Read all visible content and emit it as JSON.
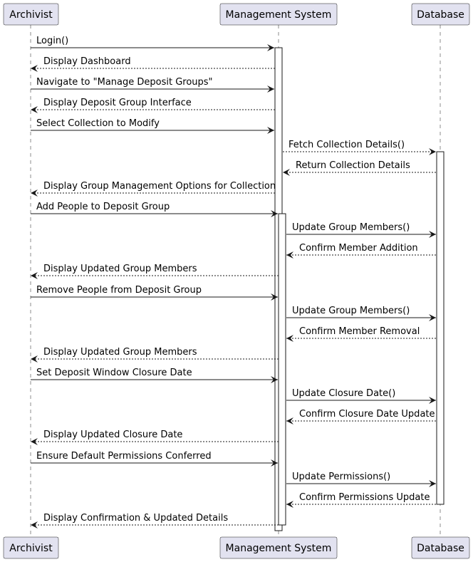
{
  "participants": [
    {
      "id": "archivist",
      "label": "Archivist"
    },
    {
      "id": "management",
      "label": "Management System"
    },
    {
      "id": "database",
      "label": "Database"
    }
  ],
  "messages": [
    {
      "from": "archivist",
      "to": "management",
      "label": "Login()",
      "style": "solid"
    },
    {
      "from": "management",
      "to": "archivist",
      "label": "Display Dashboard",
      "style": "dashed"
    },
    {
      "from": "archivist",
      "to": "management",
      "label": "Navigate to \"Manage Deposit Groups\"",
      "style": "solid"
    },
    {
      "from": "management",
      "to": "archivist",
      "label": "Display Deposit Group Interface",
      "style": "dashed"
    },
    {
      "from": "archivist",
      "to": "management",
      "label": "Select Collection to Modify",
      "style": "solid"
    },
    {
      "from": "management",
      "to": "database",
      "label": "Fetch Collection Details()",
      "style": "dashed"
    },
    {
      "from": "database",
      "to": "management",
      "label": "Return Collection Details",
      "style": "dashed"
    },
    {
      "from": "management",
      "to": "archivist",
      "label": "Display Group Management Options for Collection",
      "style": "dashed"
    },
    {
      "from": "archivist",
      "to": "management",
      "label": "Add People to Deposit Group",
      "style": "solid"
    },
    {
      "from": "management",
      "to": "database",
      "label": "Update Group Members()",
      "style": "solid"
    },
    {
      "from": "database",
      "to": "management",
      "label": "Confirm Member Addition",
      "style": "dashed"
    },
    {
      "from": "management",
      "to": "archivist",
      "label": "Display Updated Group Members",
      "style": "dashed"
    },
    {
      "from": "archivist",
      "to": "management",
      "label": "Remove People from Deposit Group",
      "style": "solid"
    },
    {
      "from": "management",
      "to": "database",
      "label": "Update Group Members()",
      "style": "solid"
    },
    {
      "from": "database",
      "to": "management",
      "label": "Confirm Member Removal",
      "style": "dashed"
    },
    {
      "from": "management",
      "to": "archivist",
      "label": "Display Updated Group Members",
      "style": "dashed"
    },
    {
      "from": "archivist",
      "to": "management",
      "label": "Set Deposit Window Closure Date",
      "style": "solid"
    },
    {
      "from": "management",
      "to": "database",
      "label": "Update Closure Date()",
      "style": "solid"
    },
    {
      "from": "database",
      "to": "management",
      "label": "Confirm Closure Date Update",
      "style": "dashed"
    },
    {
      "from": "management",
      "to": "archivist",
      "label": "Display Updated Closure Date",
      "style": "dashed"
    },
    {
      "from": "archivist",
      "to": "management",
      "label": "Ensure Default Permissions Conferred",
      "style": "solid"
    },
    {
      "from": "management",
      "to": "database",
      "label": "Update Permissions()",
      "style": "solid"
    },
    {
      "from": "database",
      "to": "management",
      "label": "Confirm Permissions Update",
      "style": "dashed"
    },
    {
      "from": "management",
      "to": "archivist",
      "label": "Display Confirmation & Updated Details",
      "style": "dashed"
    }
  ]
}
